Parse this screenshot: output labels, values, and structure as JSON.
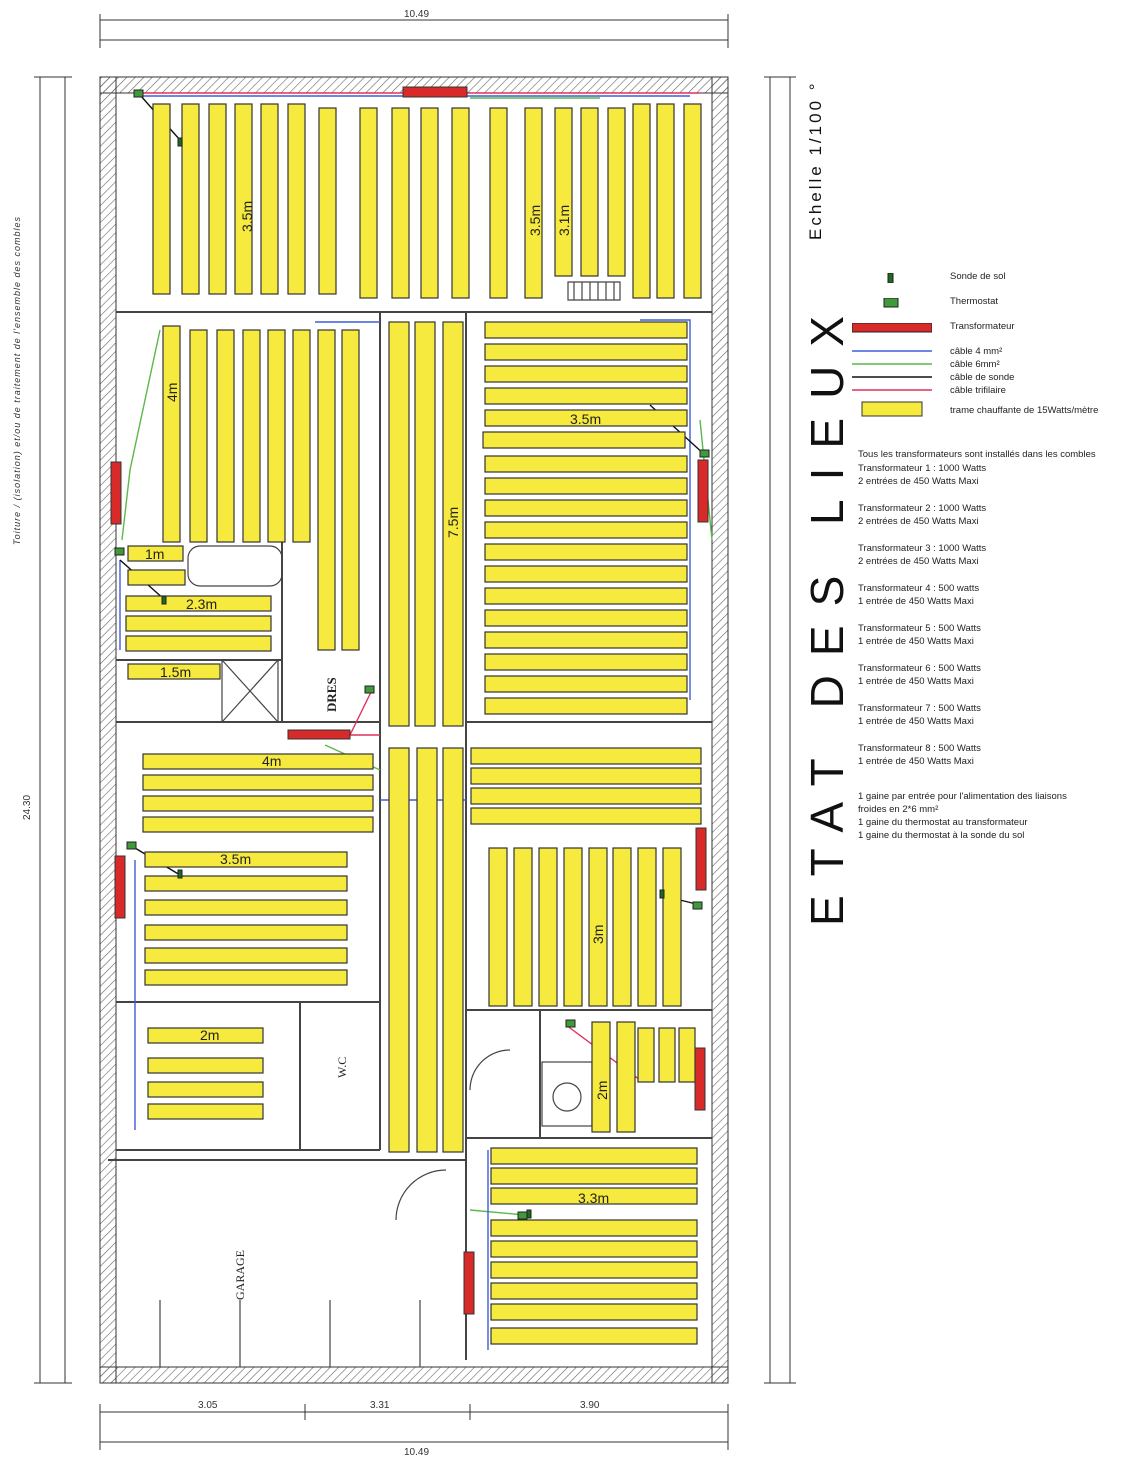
{
  "title": "ETAT DES LIEUX",
  "scale": "Echelle 1/100 °",
  "side_note": "Toiture / (isolation) et/ou de traitement de l'ensemble des combles",
  "colors": {
    "heating_mat": "#f7ea3f",
    "mat_outline": "#333333",
    "transformer": "#d92a2a",
    "thermostat": "#3f9a3a",
    "sensor": "#1f6a1f",
    "cable_4mm": "#3b5fd9",
    "cable_6mm": "#5ab94a",
    "sensor_cable": "#111111",
    "trifilar_cable": "#e0305a"
  },
  "legend": [
    {
      "icon": "sensor-icon",
      "label": "Sonde de sol"
    },
    {
      "icon": "thermostat-icon",
      "label": "Thermostat"
    },
    {
      "icon": "transformer-icon",
      "label": "Transformateur"
    },
    {
      "icon": "cable-4mm-line",
      "label": "câble 4 mm²"
    },
    {
      "icon": "cable-6mm-line",
      "label": "câble 6mm²"
    },
    {
      "icon": "sensor-cable-line",
      "label": "câble de sonde"
    },
    {
      "icon": "trifilar-cable-line",
      "label": "câble trifilaire"
    },
    {
      "icon": "heating-mat-icon",
      "label": "trame chauffante de 15Watts/mètre"
    }
  ],
  "notes": {
    "intro": "Tous les transformateurs sont installés dans les combles",
    "transformers": [
      {
        "name": "Transformateur 1 : 1000 Watts",
        "detail": "2 entrées de 450  Watts Maxi"
      },
      {
        "name": "Transformateur 2 : 1000 Watts",
        "detail": "2 entrées de 450 Watts Maxi"
      },
      {
        "name": "Transformateur 3 : 1000 Watts",
        "detail": "2 entrées de 450 Watts Maxi"
      },
      {
        "name": "Transformateur 4 : 500 watts",
        "detail": "1 entrée de 450 Watts Maxi"
      },
      {
        "name": "Transformateur 5 : 500 Watts",
        "detail": "1 entrée de 450 Watts Maxi"
      },
      {
        "name": "Transformateur 6 : 500 Watts",
        "detail": "1 entrée de 450 Watts Maxi"
      },
      {
        "name": "Transformateur 7 : 500 Watts",
        "detail": "1 entrée de 450 Watts Maxi"
      },
      {
        "name": "Transformateur 8 : 500 Watts",
        "detail": "1 entrée de 450 Watts Maxi"
      }
    ],
    "footer": [
      "1 gaine par entrée pour l'alimentation des liaisons",
      "froides en 2*6 mm²",
      "1 gaine du thermostat au transformateur",
      "1 gaine du thermostat à la sonde du sol"
    ]
  },
  "plan_labels": {
    "m1": "3.5m",
    "m2": "3.5m",
    "m3": "3.1m",
    "m4": "4m",
    "m5": "7.5m",
    "m6": "3.5m",
    "m7": "1m",
    "m8": "2.3m",
    "m9": "1.5m",
    "m10": "4m",
    "m11": "3.5m",
    "m12": "3m",
    "m13": "2m",
    "m14": "2m",
    "m15": "3.3m",
    "dres": "DRES",
    "wc": "W.C",
    "garage": "GARAGE"
  },
  "dimensions": {
    "top": "10.49",
    "bottom_total": "10.49",
    "bottom_1": "3.05",
    "bottom_2": "3.31",
    "bottom_3": "3.90",
    "overall_height": "24.30"
  }
}
